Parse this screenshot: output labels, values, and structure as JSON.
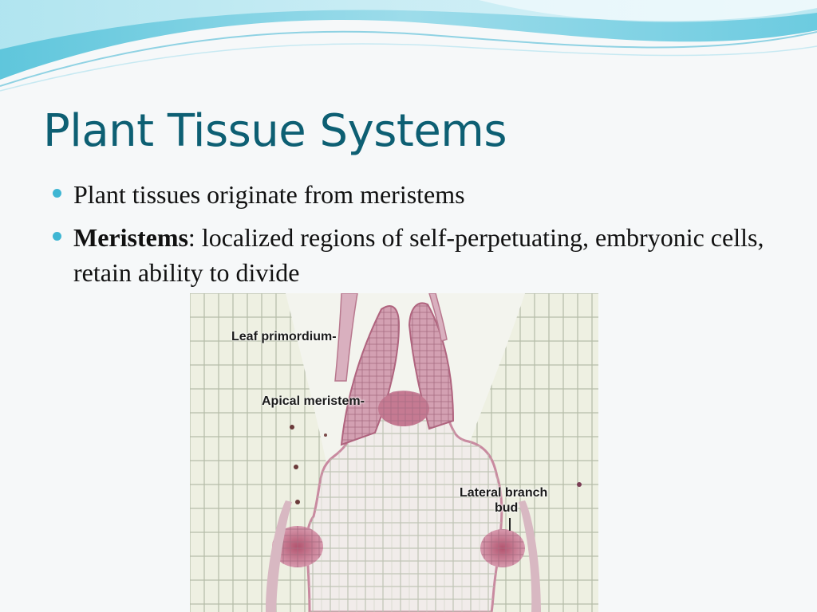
{
  "slide": {
    "title": "Plant Tissue Systems",
    "title_color": "#0d5f73",
    "bullet_color": "#3fb6d3",
    "bullets": [
      {
        "term": "",
        "text": "Plant tissues originate from meristems"
      },
      {
        "term": "Meristems",
        "text": ": localized regions of self-perpetuating, embryonic cells, retain ability to divide"
      }
    ]
  },
  "micrograph": {
    "labels": {
      "leaf_primordium": "Leaf primordium-",
      "apical_meristem": "Apical meristem-",
      "lateral_bud_line1": "Lateral branch",
      "lateral_bud_line2": "bud"
    },
    "colors": {
      "background": "#eef0e2",
      "cell_wall": "#b9bfae",
      "stained_tissue": "#c98aa0",
      "dense_meristem": "#b2536e"
    }
  }
}
